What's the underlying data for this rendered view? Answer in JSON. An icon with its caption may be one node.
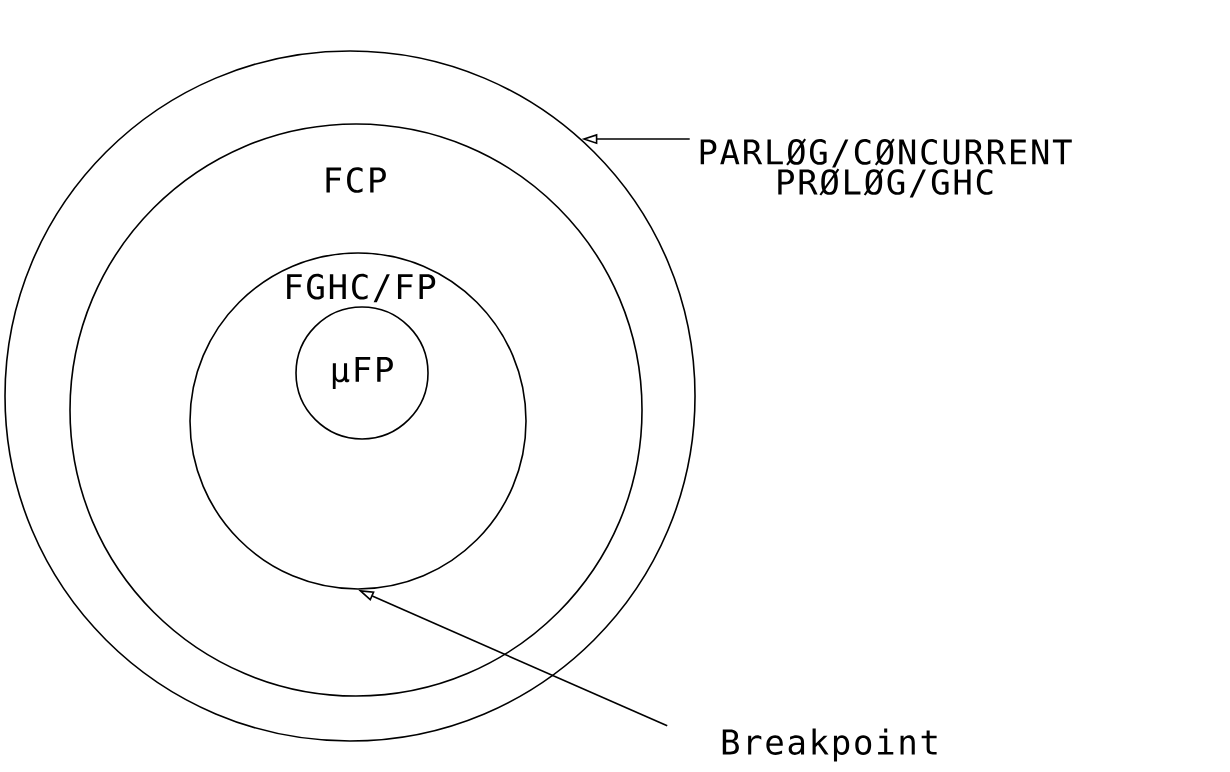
{
  "diagram": {
    "nodes": [
      {
        "text": [],
        "shape": "circle"
      },
      {
        "text": [
          "FCP"
        ],
        "in": 0
      },
      {
        "text": [
          "FGHC/FP"
        ],
        "in": 1
      },
      {
        "text": [
          "μFP"
        ],
        "in": 2
      },
      {
        "text": [
          "PARLØG/CØNCURRENT PRØLØG/GHC"
        ]
      },
      {
        "text": [
          "Breakpoint"
        ]
      }
    ],
    "edges": [
      {
        "from": 4,
        "to": 0,
        "arrow": "to"
      },
      {
        "from": 5,
        "to": 2,
        "arrow": "to"
      }
    ]
  }
}
